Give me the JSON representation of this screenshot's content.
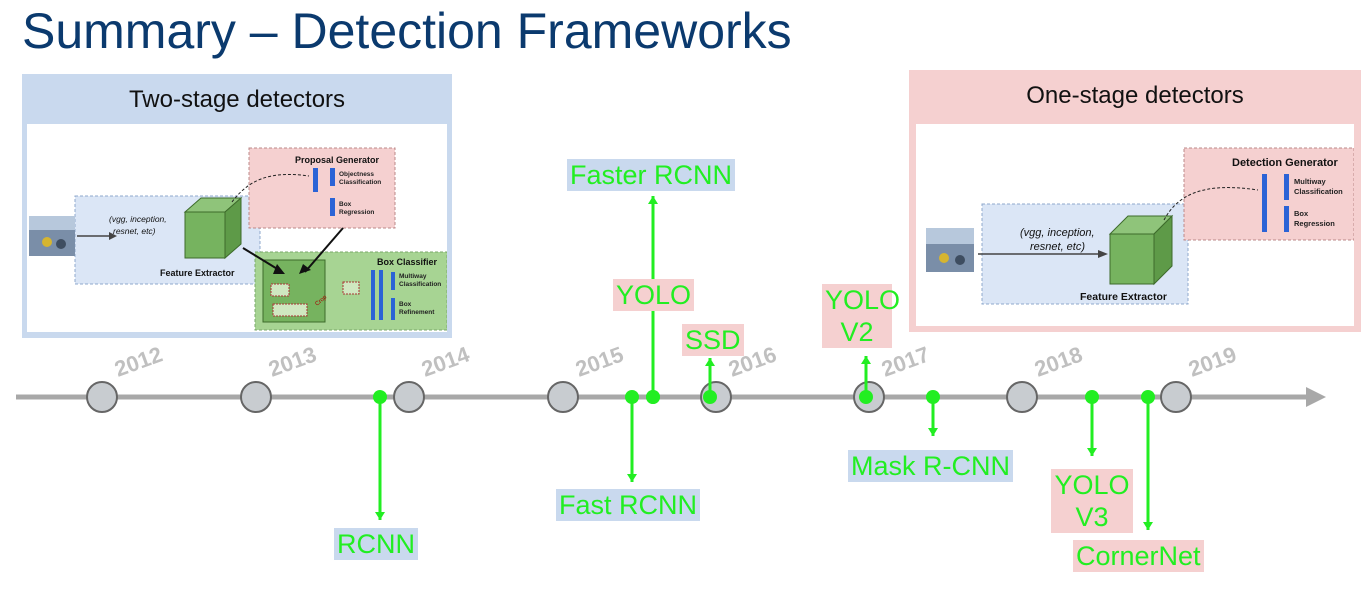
{
  "title": "Summary – Detection Frameworks",
  "two_stage": {
    "heading": "Two-stage detectors",
    "proposal_generator": "Proposal Generator",
    "objectness": [
      "Objectness",
      "Classification"
    ],
    "box_regression": [
      "Box",
      "Regression"
    ],
    "backbones": [
      "(vgg, inception,",
      "resnet, etc)"
    ],
    "feature_extractor": "Feature Extractor",
    "box_classifier": "Box Classifier",
    "multiway": [
      "Multiway",
      "Classification"
    ],
    "box_refinement": [
      "Box",
      "Refinement"
    ],
    "crop": "Crop"
  },
  "one_stage": {
    "heading": "One-stage detectors",
    "detection_generator": "Detection Generator",
    "multiway": [
      "Multiway",
      "Classification"
    ],
    "box_regression": [
      "Box",
      "Regression"
    ],
    "backbones": [
      "(vgg, inception,",
      "resnet, etc)"
    ],
    "feature_extractor": "Feature Extractor"
  },
  "years": [
    "2012",
    "2013",
    "2014",
    "2015",
    "2016",
    "2017",
    "2018",
    "2019"
  ],
  "methods": [
    {
      "name": "RCNN",
      "kind": "two-stage"
    },
    {
      "name": "Fast RCNN",
      "kind": "two-stage"
    },
    {
      "name": "Faster RCNN",
      "kind": "two-stage"
    },
    {
      "name": "YOLO",
      "kind": "one-stage"
    },
    {
      "name": "SSD",
      "kind": "one-stage"
    },
    {
      "name": "YOLO V2",
      "kind": "one-stage"
    },
    {
      "name": "Mask R-CNN",
      "kind": "two-stage"
    },
    {
      "name": "YOLO V3",
      "kind": "one-stage"
    },
    {
      "name": "CornerNet",
      "kind": "one-stage"
    }
  ],
  "colors": {
    "title": "#0b3a6e",
    "two_stage_bg": "#c9d9ee",
    "one_stage_bg": "#f5d0d0",
    "marker": "#22ee22",
    "timeline": "#a8a8a8",
    "year_node": "#c8ccd0"
  }
}
